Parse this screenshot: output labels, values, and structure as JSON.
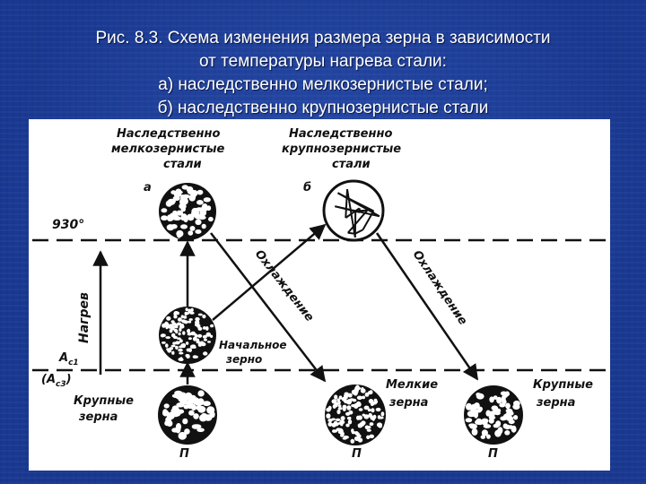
{
  "slide": {
    "title_lines": [
      "Рис. 8.3. Схема изменения размера зерна в зависимости",
      "от температуры нагрева стали:",
      "а) наследственно мелкозернистые стали;",
      "б) наследственно крупнозернистые стали"
    ]
  },
  "diagram": {
    "col_a_heading": [
      "Наследственно",
      "мелкозернистые",
      "стали"
    ],
    "col_b_heading": [
      "Наследственно",
      "крупнозернистые",
      "стали"
    ],
    "label_a": "а",
    "label_b": "б",
    "temperature": "930°",
    "axis_label": "Нагрев",
    "ac1": "A",
    "ac1_sub": "c1",
    "ac3": "(A",
    "ac3_sub": "c3",
    "ac3_close": ")",
    "initial_grain": [
      "Начальное",
      "зерно"
    ],
    "coarse_left": [
      "Крупные",
      "зерна"
    ],
    "fine_mid": [
      "Мелкие",
      "зерна"
    ],
    "coarse_right": [
      "Крупные",
      "зерна"
    ],
    "cooling_1": "Охлаждение",
    "cooling_2": "Охлаждение",
    "p1": "П",
    "p2": "П",
    "p3": "П"
  },
  "colors": {
    "background": "#1d3f9a",
    "title_text": "#ffffff",
    "figure_bg": "#ffffff",
    "ink": "#111111"
  }
}
